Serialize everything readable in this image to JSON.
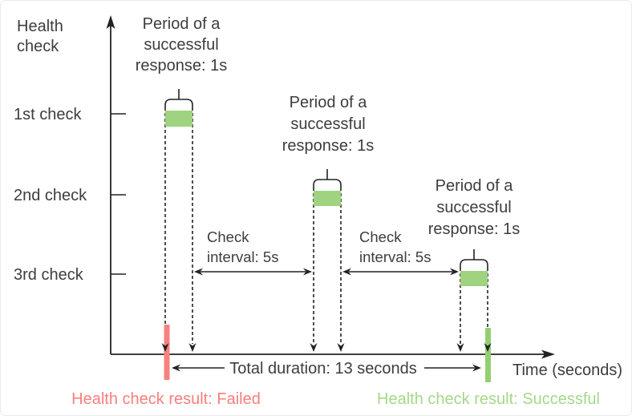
{
  "axes": {
    "y_label_line1": "Health",
    "y_label_line2": "check",
    "x_label": "Time (seconds)",
    "row_labels": [
      "1st check",
      "2nd check",
      "3rd check"
    ]
  },
  "checks": [
    {
      "row": "1st check",
      "period_lines": [
        "Period of a",
        "successful",
        "response: 1s"
      ]
    },
    {
      "row": "2nd check",
      "period_lines": [
        "Period of a",
        "successful",
        "response: 1s"
      ]
    },
    {
      "row": "3rd check",
      "period_lines": [
        "Period of a",
        "successful",
        "response: 1s"
      ]
    }
  ],
  "intervals": [
    {
      "line1": "Check",
      "line2": "interval: 5s"
    },
    {
      "line1": "Check",
      "line2": "interval: 5s"
    }
  ],
  "total_duration_label": "Total duration: 13 seconds",
  "results": {
    "failed_label": "Health check result: Failed",
    "successful_label": "Health check result: Successful"
  },
  "colors": {
    "band_green": "#9fd37f",
    "bar_green": "#93cf72",
    "bar_red": "#f8817e",
    "text_red": "#f97f7c",
    "text_green": "#a5d88a"
  }
}
